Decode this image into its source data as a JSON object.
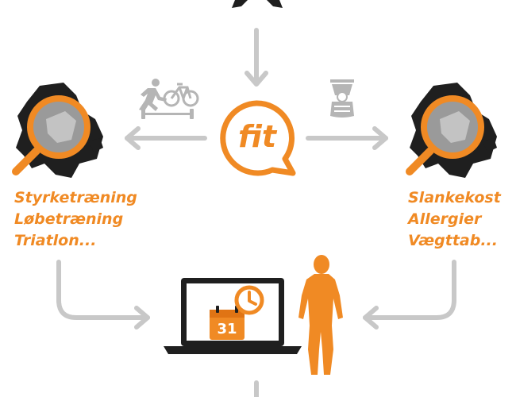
{
  "center_logo": {
    "text": "fit",
    "color": "#f08a24"
  },
  "left_branch": {
    "items": [
      "Styrketræning",
      "Løbetræning",
      "Triatlon..."
    ]
  },
  "right_branch": {
    "items": [
      "Slankekost",
      "Allergier",
      "Vægttab..."
    ]
  },
  "calendar": {
    "day": "31"
  },
  "colors": {
    "accent": "#f08a24",
    "arrow": "#c8c8c8",
    "icon_gray": "#b5b5b5",
    "dark": "#1f1f1f"
  },
  "icons": [
    "person-top-icon",
    "running-person-icon",
    "bicycle-icon",
    "barbell-icon",
    "food-scale-icon",
    "map-search-icon",
    "laptop-icon",
    "clock-icon",
    "calendar-icon",
    "orange-person-icon"
  ]
}
